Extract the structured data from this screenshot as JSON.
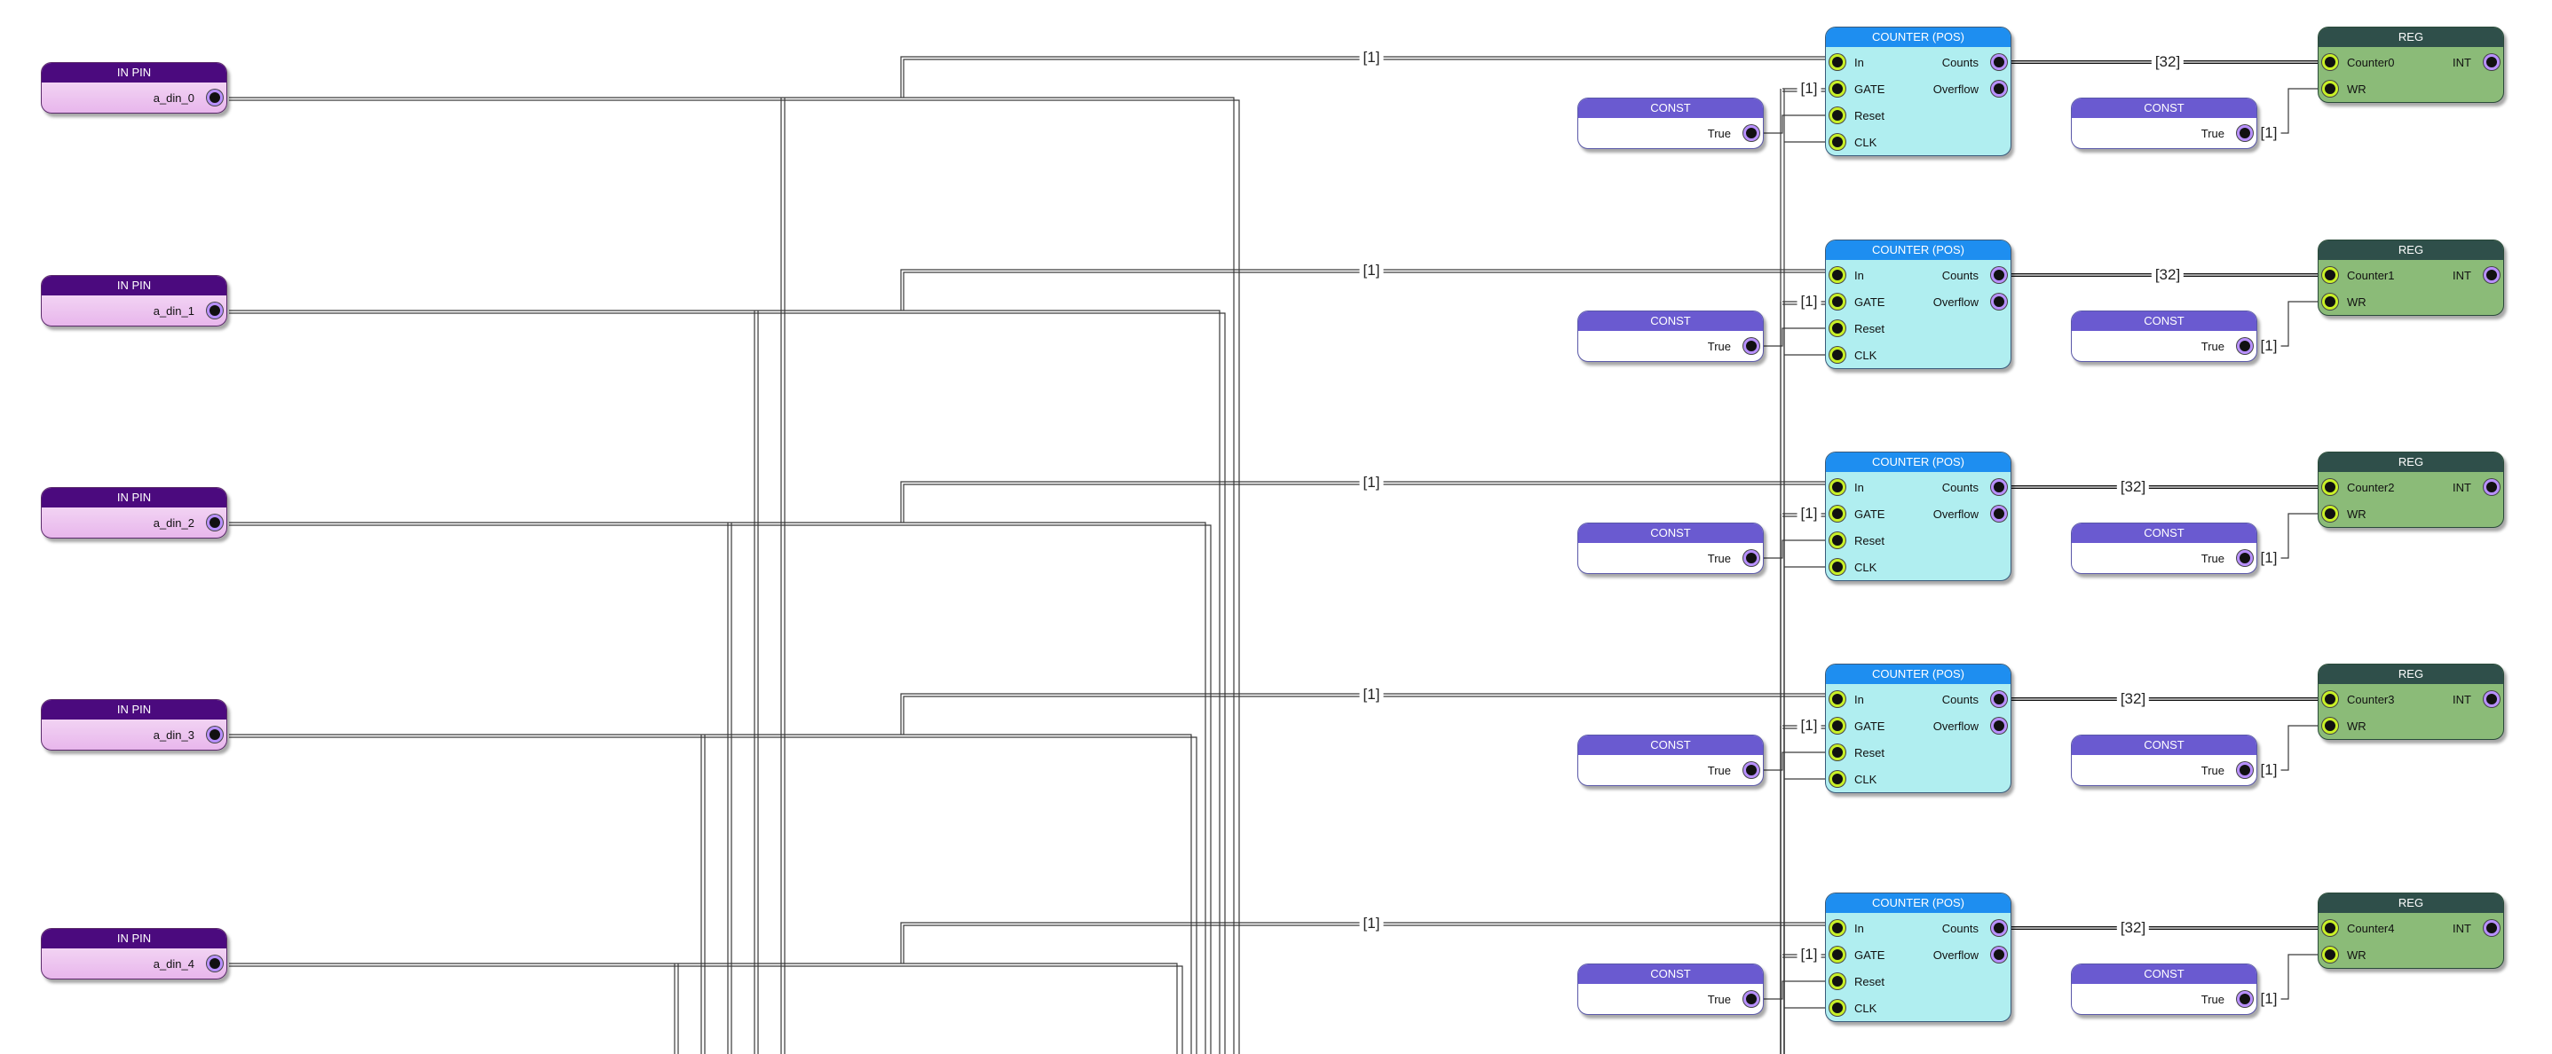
{
  "colors": {
    "in_pin_header": "#4b0a7e",
    "const_header": "#6a5ad0",
    "counter_header": "#1e8ef0",
    "counter_body": "#b0eef0",
    "reg_header": "#2f4f4a",
    "reg_body": "#8bbb78",
    "out_port_ring": "#b890ff",
    "in_port_ring": "#c8f028"
  },
  "in_pins": [
    {
      "title": "IN PIN",
      "name": "a_din_0"
    },
    {
      "title": "IN PIN",
      "name": "a_din_1"
    },
    {
      "title": "IN PIN",
      "name": "a_din_2"
    },
    {
      "title": "IN PIN",
      "name": "a_din_3"
    },
    {
      "title": "IN PIN",
      "name": "a_din_4"
    }
  ],
  "counters": [
    {
      "title": "COUNTER (POS)",
      "inputs": [
        "In",
        "GATE",
        "Reset",
        "CLK"
      ],
      "outputs": [
        "Counts",
        "Overflow"
      ]
    },
    {
      "title": "COUNTER (POS)",
      "inputs": [
        "In",
        "GATE",
        "Reset",
        "CLK"
      ],
      "outputs": [
        "Counts",
        "Overflow"
      ]
    },
    {
      "title": "COUNTER (POS)",
      "inputs": [
        "In",
        "GATE",
        "Reset",
        "CLK"
      ],
      "outputs": [
        "Counts",
        "Overflow"
      ]
    },
    {
      "title": "COUNTER (POS)",
      "inputs": [
        "In",
        "GATE",
        "Reset",
        "CLK"
      ],
      "outputs": [
        "Counts",
        "Overflow"
      ]
    },
    {
      "title": "COUNTER (POS)",
      "inputs": [
        "In",
        "GATE",
        "Reset",
        "CLK"
      ],
      "outputs": [
        "Counts",
        "Overflow"
      ]
    }
  ],
  "counter_consts": [
    {
      "title": "CONST",
      "value": "True"
    },
    {
      "title": "CONST",
      "value": "True"
    },
    {
      "title": "CONST",
      "value": "True"
    },
    {
      "title": "CONST",
      "value": "True"
    },
    {
      "title": "CONST",
      "value": "True"
    }
  ],
  "reg_consts": [
    {
      "title": "CONST",
      "value": "True"
    },
    {
      "title": "CONST",
      "value": "True"
    },
    {
      "title": "CONST",
      "value": "True"
    },
    {
      "title": "CONST",
      "value": "True"
    },
    {
      "title": "CONST",
      "value": "True"
    }
  ],
  "regs": [
    {
      "title": "REG",
      "input": "Counter0",
      "wr": "WR",
      "output": "INT"
    },
    {
      "title": "REG",
      "input": "Counter1",
      "wr": "WR",
      "output": "INT"
    },
    {
      "title": "REG",
      "input": "Counter2",
      "wr": "WR",
      "output": "INT"
    },
    {
      "title": "REG",
      "input": "Counter3",
      "wr": "WR",
      "output": "INT"
    },
    {
      "title": "REG",
      "input": "Counter4",
      "wr": "WR",
      "output": "INT"
    }
  ],
  "wire_labels": {
    "in_width": [
      "[1]",
      "[1]",
      "[1]",
      "[1]",
      "[1]"
    ],
    "gate_width": [
      "[1]",
      "[1]",
      "[1]",
      "[1]",
      "[1]"
    ],
    "counts_width": [
      "[32]",
      "[32]",
      "[32]",
      "[32]",
      "[32]"
    ],
    "wr_width": [
      "[1]",
      "[1]",
      "[1]",
      "[1]",
      "[1]"
    ]
  }
}
